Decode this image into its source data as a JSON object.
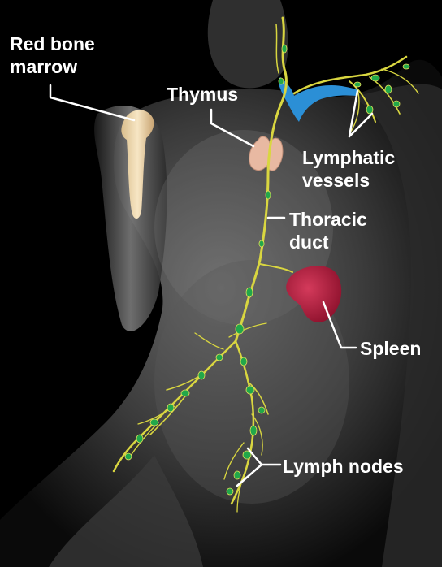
{
  "labels": {
    "red_bone_marrow": "Red bone marrow",
    "thymus": "Thymus",
    "lymphatic_vessels": "Lymphatic vessels",
    "thoracic_duct": "Thoracic duct",
    "spleen": "Spleen",
    "lymph_nodes": "Lymph nodes"
  },
  "colors": {
    "background": "#000000",
    "label_text": "#ffffff",
    "leader_line": "#ffffff",
    "body": "#5a5a5a",
    "vessel": "#d9d640",
    "node": "#22a84a",
    "spleen": "#b01a3c",
    "thymus": "#e8b9a2",
    "bone": "#f1dcb3",
    "subclavian_vein": "#2b8fd6"
  }
}
